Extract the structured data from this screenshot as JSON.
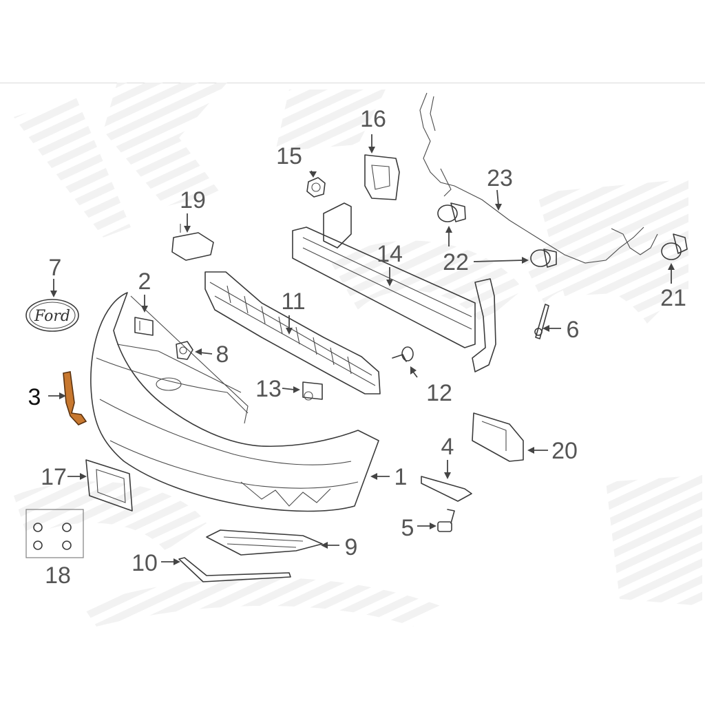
{
  "diagram": {
    "callouts": [
      "1",
      "2",
      "3",
      "4",
      "5",
      "6",
      "7",
      "8",
      "9",
      "10",
      "11",
      "12",
      "13",
      "14",
      "15",
      "16",
      "17",
      "18",
      "19",
      "20",
      "21",
      "22",
      "23"
    ],
    "highlight_color": "#c8782f",
    "logo_text": "Ford"
  }
}
